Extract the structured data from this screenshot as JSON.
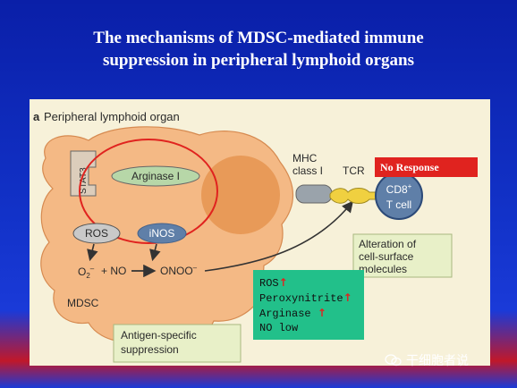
{
  "title": {
    "line1": "The mechanisms of MDSC-mediated immune",
    "line2": "suppression in peripheral lymphoid organs"
  },
  "diagram": {
    "panel_label_letter": "a",
    "panel_label_text": "Peripheral lymphoid organ",
    "stat3": "STAT3",
    "arginase": "Arginase I",
    "ros": "ROS",
    "inos": "iNOS",
    "o2": "O",
    "o2_sub": "2",
    "o2_sup": "–",
    "plus_no": "+ NO",
    "onoo": "ONOO",
    "onoo_sup": "–",
    "mdsc": "MDSC",
    "mhc_line1": "MHC",
    "mhc_line2": "class I",
    "tcr": "TCR",
    "cd8_line1": "CD8",
    "cd8_sup": "+",
    "cd8_line2": "T cell",
    "alteration_line1": "Alteration of",
    "alteration_line2": "cell-surface",
    "alteration_line3": "molecules",
    "antigen_line1": "Antigen-specific",
    "antigen_line2": "suppression"
  },
  "no_response": "No Response",
  "effects": [
    {
      "label": "ROS",
      "arrow": "↑"
    },
    {
      "label": "Peroxynitrite",
      "arrow": "↑"
    },
    {
      "label": "Arginase ",
      "arrow": "↑"
    },
    {
      "label": "NO low",
      "arrow": ""
    }
  ],
  "watermark": "干细胞者说",
  "colors": {
    "background": "#1232c8",
    "panel": "#f7f1d9",
    "cell": "#f4b985",
    "nucleus": "#e89a58",
    "label_box": "#e8f0c8",
    "highlight_circle": "#e0231f",
    "no_response": "#e0231f",
    "effects_box": "#22c08a",
    "tcell": "#5f7fa8"
  }
}
